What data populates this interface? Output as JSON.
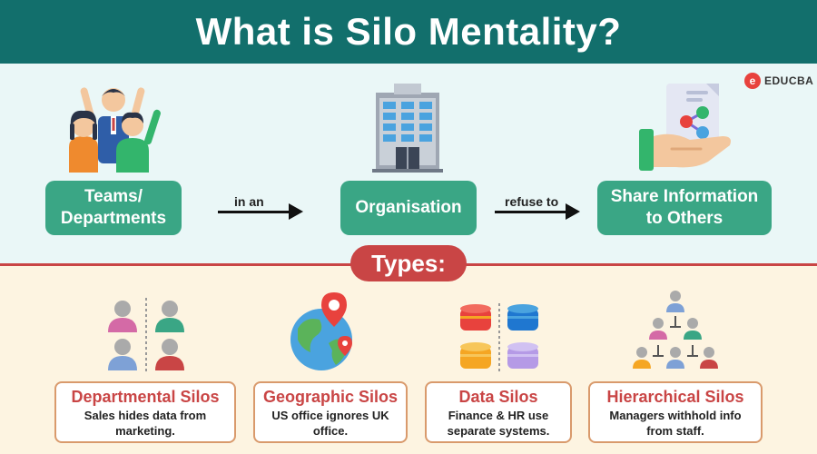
{
  "title": "What is Silo Mentality?",
  "logo": {
    "mark": "e",
    "text": "EDUCBA"
  },
  "flow": {
    "boxes": [
      {
        "label_line1": "Teams/",
        "label_line2": "Departments"
      },
      {
        "label_line1": "Organisation",
        "label_line2": ""
      },
      {
        "label_line1": "Share Information",
        "label_line2": "to Others"
      }
    ],
    "arrows": [
      {
        "label": "in an"
      },
      {
        "label": "refuse to"
      }
    ]
  },
  "types_heading": "Types:",
  "types": [
    {
      "title": "Departmental Silos",
      "desc_line1": "Sales hides data from",
      "desc_line2": "marketing."
    },
    {
      "title": "Geographic Silos",
      "desc_line1": "US office ignores UK",
      "desc_line2": "office."
    },
    {
      "title": "Data Silos",
      "desc_line1": "Finance & HR use",
      "desc_line2": "separate systems."
    },
    {
      "title": "Hierarchical Silos",
      "desc_line1": "Managers withhold info",
      "desc_line2": "from staff."
    }
  ],
  "colors": {
    "header": "#126f6c",
    "accent_red": "#c94545",
    "box_green": "#3aa685",
    "top_bg": "#eaf7f7",
    "bottom_bg": "#fdf4e1"
  }
}
